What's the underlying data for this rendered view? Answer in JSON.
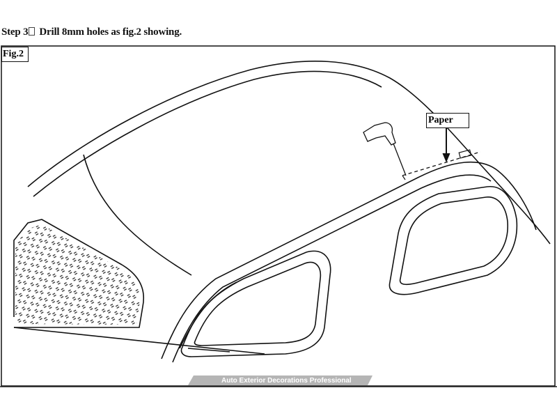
{
  "step": {
    "label": "Step 3",
    "instruction": "Drill 8mm holes as fig.2 showing."
  },
  "figure": {
    "label": "Fig.2",
    "callout": "Paper"
  },
  "watermark": "Auto Exterior Decorations Professional",
  "colors": {
    "line": "#111111",
    "watermark_band": "#b5b5b5"
  }
}
